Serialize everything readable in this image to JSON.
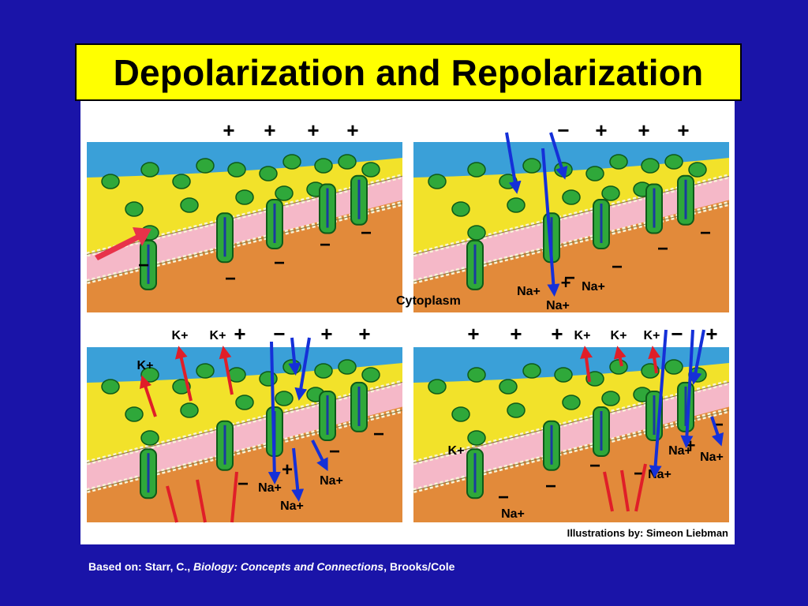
{
  "slide": {
    "title": "Depolarization and Repolarization",
    "cytoplasm_label": "Cytoplasm",
    "credit": "Illustrations by: Simeon Liebman",
    "citation": {
      "prefix": "Based on:  Starr, C.,  ",
      "book": "Biology:  Concepts and Connections",
      "publisher": ", Brooks/Cole"
    }
  },
  "colors": {
    "background": "#1a14a8",
    "title_box": "#ffff00",
    "extracellular": "#f2e22a",
    "cytoplasm": "#e28a3a",
    "membrane": "#f5b8c8",
    "protein": "#2fa83a",
    "na_arrow": "#1530d8",
    "k_arrow": "#e01e28",
    "stimulus_arrow": "#e8324a"
  },
  "panels": [
    {
      "id": "panel-1",
      "signs": [
        "+",
        "+",
        "+",
        "+"
      ],
      "inside_signs": [
        "−",
        "−",
        "−",
        "−",
        "−"
      ],
      "ion_labels": []
    },
    {
      "id": "panel-2",
      "signs": [
        "−",
        "+",
        "+",
        "+"
      ],
      "inside_signs": [
        "−",
        "−",
        "−",
        "−"
      ],
      "ion_labels": [
        "Na+",
        "+",
        "Na+",
        "Na+"
      ]
    },
    {
      "id": "panel-3",
      "signs": [
        "K+",
        "K+",
        "+",
        "−",
        "+",
        "+"
      ],
      "inside_signs": [
        "−",
        "−",
        "−",
        "+"
      ],
      "ion_labels": [
        "K+",
        "Na+",
        "Na+",
        "Na+"
      ]
    },
    {
      "id": "panel-4",
      "signs": [
        "+",
        "+",
        "+",
        "K+",
        "K+",
        "K+",
        "−",
        "+"
      ],
      "inside_signs": [
        "−",
        "−",
        "−",
        "−",
        "−"
      ],
      "ion_labels": [
        "K+",
        "Na+",
        "Na+",
        "Na+",
        "Na+",
        "+"
      ]
    }
  ]
}
